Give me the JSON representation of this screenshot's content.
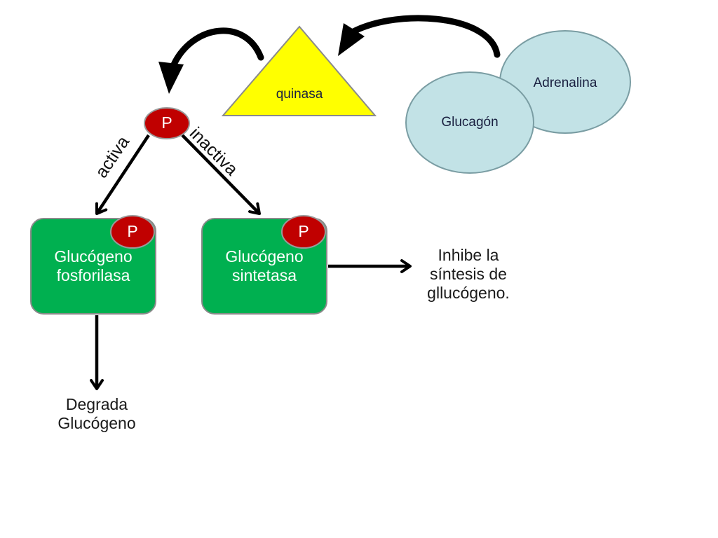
{
  "kinase": {
    "label": "quinasa",
    "color": "#ffff00"
  },
  "hormones": [
    {
      "label": "Adrenalina",
      "color": "#c2e2e6"
    },
    {
      "label": "Glucagón",
      "color": "#c2e2e6"
    }
  ],
  "phosphate": {
    "label": "P",
    "color": "#c00000"
  },
  "edges": {
    "activates": "activa",
    "inactivates": "inactiva"
  },
  "enzymes": [
    {
      "line1": "Glucógeno",
      "line2": "fosforilasa",
      "phospho": "P",
      "color": "#00b050"
    },
    {
      "line1": "Glucógeno",
      "line2": "sintetasa",
      "phospho": "P",
      "color": "#00b050"
    }
  ],
  "outcomes": {
    "degrade": {
      "line1": "Degrada",
      "line2": "Glucógeno"
    },
    "inhibit": {
      "line1": "Inhibe la",
      "line2": "síntesis de",
      "line3": "gllucógeno."
    }
  }
}
